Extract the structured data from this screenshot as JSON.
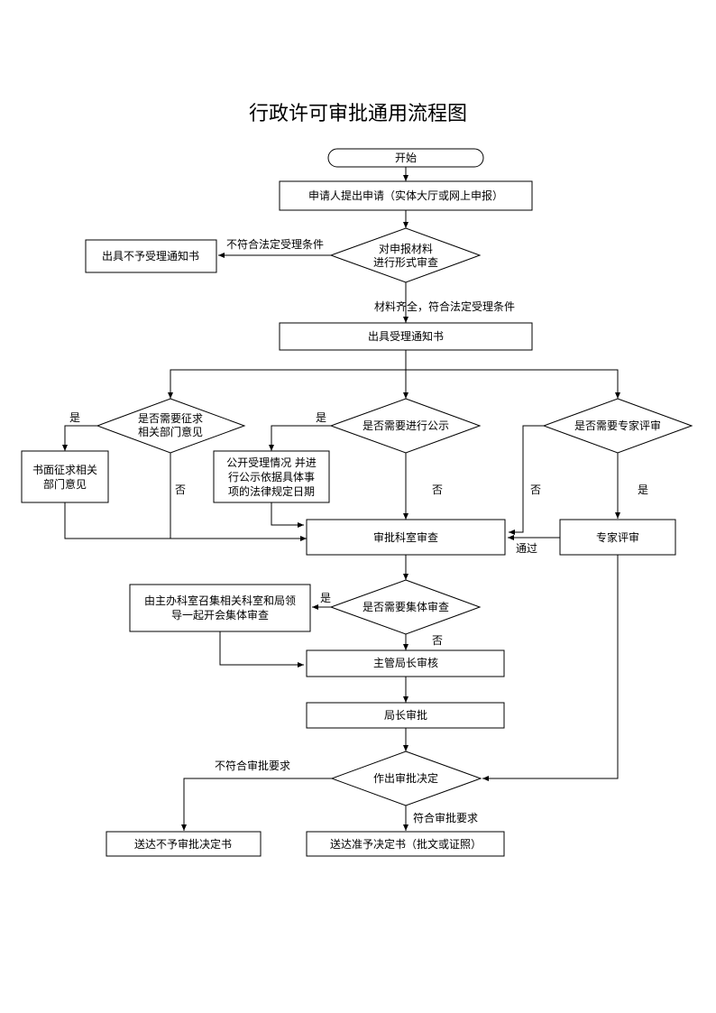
{
  "title": "行政许可审批通用流程图",
  "nodes": {
    "start": "开始",
    "apply": "申请人提出申请（实体大厅或网上申报）",
    "formal_review": [
      "对申报材料",
      "进行形式审查"
    ],
    "reject_notice": "出具不予受理通知书",
    "accept_notice": "出具受理通知书",
    "need_consult": [
      "是否需要征求",
      "相关部门意见"
    ],
    "need_publicity": "是否需要进行公示",
    "need_expert": "是否需要专家评审",
    "written_consult": [
      "书面征求相关",
      "部门意见"
    ],
    "publicity_box": [
      "公开受理情况  并进",
      "行公示依据具体事",
      "项的法律规定日期"
    ],
    "section_review": "审批科室审查",
    "expert_review": "专家评审",
    "need_collective": "是否需要集体审查",
    "collective_meeting": [
      "由主办科室召集相关科室和局领",
      "导一起开会集体审查"
    ],
    "deputy_review": "主管局长审核",
    "director_approve": "局长审批",
    "decision": "作出审批决定",
    "deliver_reject": "送达不予审批决定书",
    "deliver_approve": "送达准予决定书（批文或证照）"
  },
  "labels": {
    "not_meet": "不符合法定受理条件",
    "complete": "材料齐全，符合法定受理条件",
    "yes": "是",
    "no": "否",
    "passed": "通过",
    "not_meet_approval": "不符合审批要求",
    "meet_approval": "符合审批要求"
  }
}
